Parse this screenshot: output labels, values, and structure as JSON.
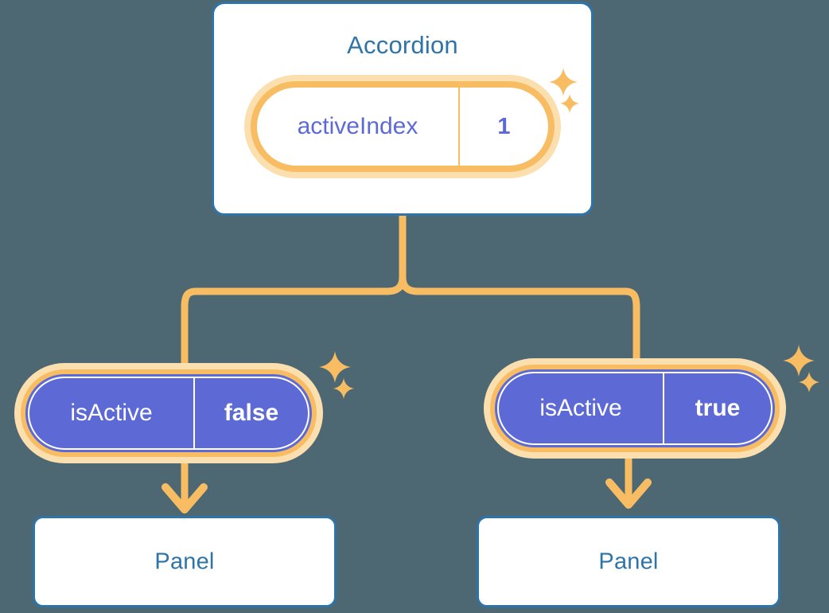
{
  "theme": {
    "background": "#4d6873",
    "card_border": "#2e74a8",
    "card_fill": "#ffffff",
    "title_text": "#2e74a8",
    "pill_ring": "#f8bd62",
    "pill_halo": "#fbdfaf",
    "pill_indigo": "#5d6ad6",
    "value_text_on_white": "#5d6ad6",
    "value_text_on_indigo": "#ffffff",
    "connector": "#f8bd62",
    "sparkle": "#f8bd62"
  },
  "diagram": {
    "type": "component-tree",
    "root": {
      "title": "Accordion",
      "state": {
        "key": "activeIndex",
        "value": "1"
      }
    },
    "children": [
      {
        "prop": {
          "key": "isActive",
          "value": "false"
        },
        "title": "Panel"
      },
      {
        "prop": {
          "key": "isActive",
          "value": "true"
        },
        "title": "Panel"
      }
    ]
  },
  "icons": {
    "sparkle_large": "sparkle-four-point-large",
    "sparkle_small": "sparkle-four-point-small",
    "arrow_down": "arrow-down-icon"
  }
}
